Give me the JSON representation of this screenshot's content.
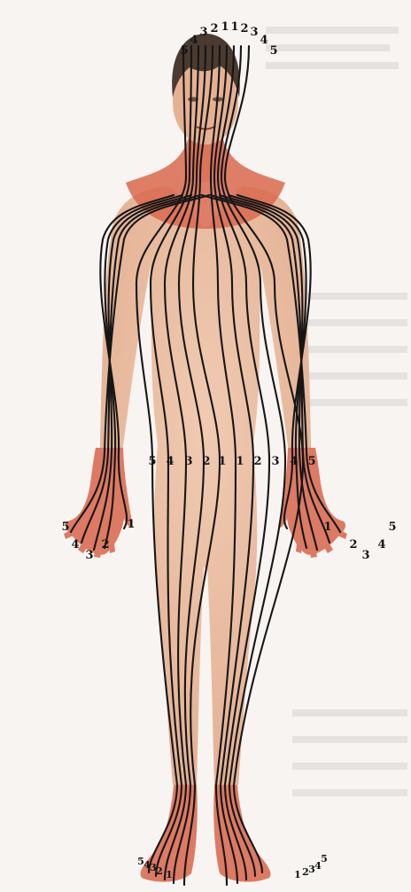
{
  "colors": {
    "page_bg": "#f7f4f2",
    "skin": "#ecc3a8",
    "skin_shade": "#e3b091",
    "zone_red": "#d5654f",
    "hair": "#4a3a2f",
    "line": "#161616"
  },
  "head_labels": [
    "5",
    "4",
    "3",
    "2",
    "1",
    "1",
    "2",
    "3",
    "4",
    "5"
  ],
  "waist_labels": [
    "5",
    "4",
    "3",
    "2",
    "1",
    "1",
    "2",
    "3",
    "4",
    "5"
  ],
  "right_hand_labels": [
    "5",
    "4",
    "3",
    "2",
    "1"
  ],
  "left_hand_labels": [
    "1",
    "2",
    "3",
    "4",
    "5"
  ],
  "right_foot_labels": [
    "5",
    "4",
    "3",
    "2",
    "1"
  ],
  "left_foot_labels": [
    "1",
    "2",
    "3",
    "4",
    "5"
  ]
}
